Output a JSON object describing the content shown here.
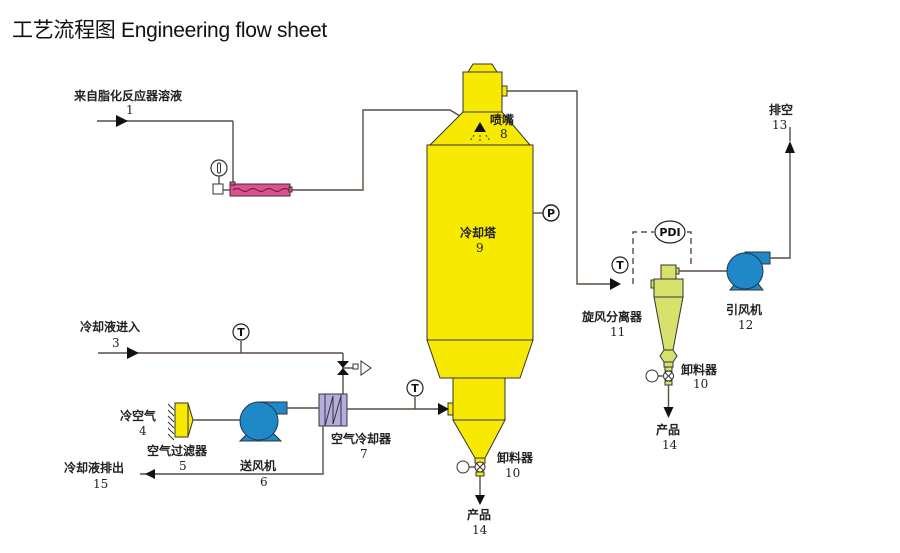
{
  "title": "工艺流程图  Engineering flow sheet",
  "colors": {
    "tower": "#f7ea00",
    "cyclone": "#d6e26c",
    "fan": "#1f88c7",
    "heater": "#e0508f",
    "air_cooler": "#b4addf",
    "filter": "#f7ea00",
    "pipe": "#5a4d44"
  },
  "streams": {
    "s1": {
      "name": "来自脂化反应器溶液",
      "num": "1"
    },
    "s3": {
      "name": "冷却液进入",
      "num": "3"
    },
    "s4": {
      "name": "冷空气",
      "num": "4"
    },
    "s13": {
      "name": "排空",
      "num": "13"
    },
    "s14a": {
      "name": "产品",
      "num": "14"
    },
    "s14b": {
      "name": "产品",
      "num": "14"
    },
    "s15": {
      "name": "冷却液排出",
      "num": "15"
    }
  },
  "equipment": {
    "filter": {
      "name": "空气过滤器",
      "num": "5"
    },
    "blower": {
      "name": "送风机",
      "num": "6"
    },
    "air_cooler": {
      "name": "空气冷却器",
      "num": "7"
    },
    "nozzle": {
      "name": "喷嘴",
      "num": "8"
    },
    "tower": {
      "name": "冷却塔",
      "num": "9"
    },
    "discharger_a": {
      "name": "卸料器",
      "num": "10"
    },
    "discharger_b": {
      "name": "卸料器",
      "num": "10"
    },
    "cyclone": {
      "name": "旋风分离器",
      "num": "11"
    },
    "exhaust_fan": {
      "name": "引风机",
      "num": "12"
    }
  },
  "instruments": {
    "temp_symbol": "T",
    "pressure_symbol": "P",
    "diff_pressure_symbol": "PDI"
  }
}
